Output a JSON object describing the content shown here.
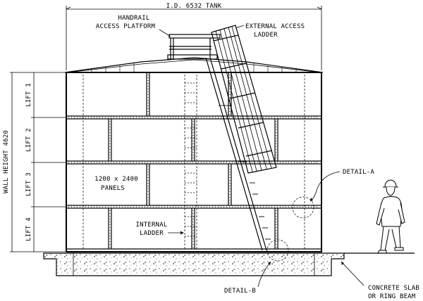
{
  "labels": {
    "tank_id": "I.D. 6532 TANK",
    "handrail_1": "HANDRAIL",
    "handrail_2": "ACCESS PLATFORM",
    "ext_ladder_1": "EXTERNAL ACCESS",
    "ext_ladder_2": "LADDER",
    "wall_height": "WALL HEIGHT 4620",
    "lifts": [
      "LIFT 1",
      "LIFT 2",
      "LIFT 3",
      "LIFT 4"
    ],
    "panels_1": "1200 x 2400",
    "panels_2": "PANELS",
    "int_ladder_1": "INTERNAL",
    "int_ladder_2": "LADDER",
    "detail_a": "DETAIL-A",
    "detail_b": "DETAIL-B",
    "slab_1": "CONCRETE SLAB",
    "slab_2": "OR RING BEAM"
  }
}
